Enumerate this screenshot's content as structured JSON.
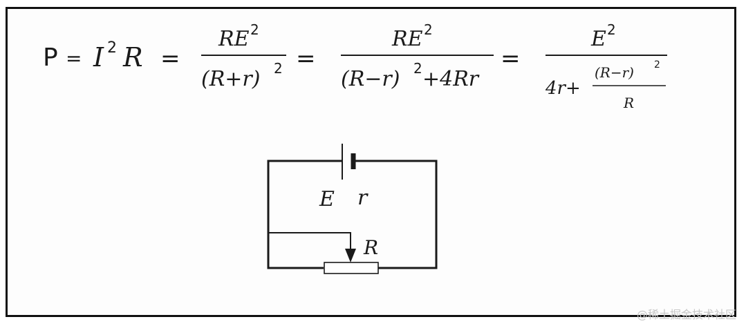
{
  "formula": {
    "lhs_p": "P",
    "eq": "=",
    "i": "I",
    "two": "2",
    "r_big": "R",
    "frac1_num": "RE",
    "frac1_den": "(R+r)",
    "frac2_num": "RE",
    "frac2_den_a": "(R−r)",
    "frac2_den_b": "+4Rr",
    "frac3_num": "E",
    "frac3_den_a": "4r+",
    "frac3_inner_num": "(R−r)",
    "frac3_inner_den": "R"
  },
  "circuit": {
    "emf_label": "E",
    "internal_r_label": "r",
    "rheostat_label": "R"
  },
  "watermark": "@稀土掘金技术社区",
  "colors": {
    "ink": "#1a1a1a",
    "frame": "#111111"
  }
}
